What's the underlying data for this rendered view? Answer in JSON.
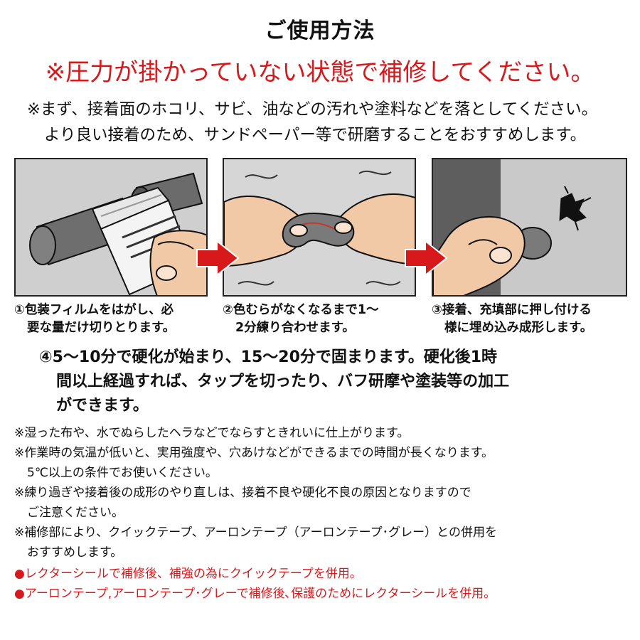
{
  "title": "ご使用方法",
  "warning": "※圧力が掛かっていない状態で補修してください。",
  "intro": [
    "※まず、接着面のホコリ、サビ、油などの汚れや塗料などを落としてください。",
    "より良い接着のため、サンドペーパー等で研磨することをおすすめします。"
  ],
  "steps": [
    {
      "line1": "①包装フィルムをはがし、必",
      "line2": "要な量だけ切りとります。"
    },
    {
      "line1": "②色むらがなくなるまで1～",
      "line2": "2分練り合わせます。"
    },
    {
      "line1": "③接着、充填部に押し付ける",
      "line2": "様に埋め込み成形します。"
    }
  ],
  "step4": [
    "④5～10分で硬化が始まり、15～20分で固まります。硬化後1時",
    "間以上経過すれば、タップを切ったり、バフ研摩や塗装等の加工",
    "ができます。"
  ],
  "notes": [
    "※湿った布や、水でぬらしたヘラなどでならすときれいに仕上がります。",
    "※作業時の気温が低いと、実用強度や、穴あけなどができるまでの時間が長くなります。",
    "5℃以上の条件でお使いください。",
    "※練り過ぎや接着後の成形のやり直しは、接着不良や硬化不良の原因となりますので",
    "ご注意ください。",
    "※補修部により、クイックテープ、アーロンテープ（アーロンテープ･グレー）との併用を",
    "おすすめします。"
  ],
  "red_notes": [
    "●レクターシールで補修後、補強の為にクイックテープを併用。",
    "●アーロンテープ,アーロンテープ･グレーで補修後､保護のためにレクターシールを併用。"
  ],
  "colors": {
    "accent": "#d7191c",
    "skin": "#f2c9a6"
  },
  "icons": [
    "cutter-illustration",
    "kneading-illustration",
    "pressing-illustration",
    "arrow-right-icon"
  ]
}
